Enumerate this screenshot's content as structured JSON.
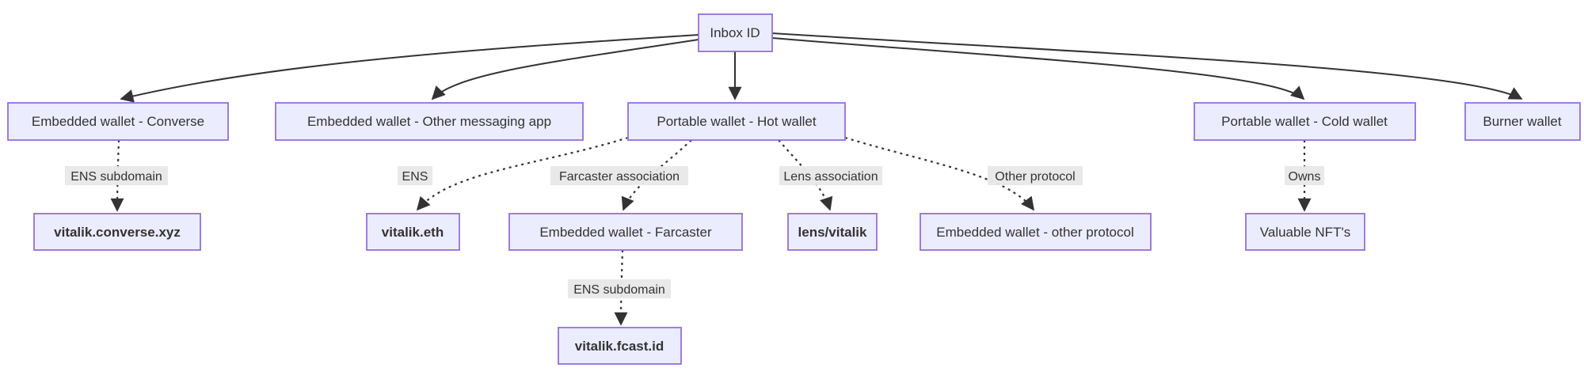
{
  "diagram": {
    "type": "flowchart",
    "direction": "top-down",
    "colors": {
      "background": "#ffffff",
      "node_fill": "#ECECFF",
      "node_border": "#9370DB",
      "edge": "#333333",
      "edge_label_bg": "#e8e8e8",
      "text": "#333333"
    },
    "nodes": {
      "inbox": {
        "label": "Inbox ID",
        "emphasis": "normal"
      },
      "converse": {
        "label": "Embedded wallet - Converse",
        "emphasis": "normal"
      },
      "other_messaging": {
        "label": "Embedded wallet - Other messaging app",
        "emphasis": "normal"
      },
      "hot_wallet": {
        "label": "Portable wallet - Hot wallet",
        "emphasis": "normal"
      },
      "cold_wallet": {
        "label": "Portable wallet - Cold wallet",
        "emphasis": "normal"
      },
      "burner": {
        "label": "Burner wallet",
        "emphasis": "normal"
      },
      "converse_xyz": {
        "label": "vitalik.converse.xyz",
        "emphasis": "bold"
      },
      "vitalik_eth": {
        "label": "vitalik.eth",
        "emphasis": "bold"
      },
      "farcaster": {
        "label": "Embedded wallet - Farcaster",
        "emphasis": "normal"
      },
      "lens_vitalik": {
        "label": "lens/vitalik",
        "emphasis": "bold"
      },
      "other_protocol": {
        "label": "Embedded wallet - other protocol",
        "emphasis": "normal"
      },
      "valuable_nfts": {
        "label": "Valuable NFT's",
        "emphasis": "normal"
      },
      "fcast": {
        "label": "vitalik.fcast.id",
        "emphasis": "bold"
      }
    },
    "edges": [
      {
        "from": "inbox",
        "to": "converse",
        "style": "solid",
        "label": ""
      },
      {
        "from": "inbox",
        "to": "other_messaging",
        "style": "solid",
        "label": ""
      },
      {
        "from": "inbox",
        "to": "hot_wallet",
        "style": "solid",
        "label": ""
      },
      {
        "from": "inbox",
        "to": "cold_wallet",
        "style": "solid",
        "label": ""
      },
      {
        "from": "inbox",
        "to": "burner",
        "style": "solid",
        "label": ""
      },
      {
        "from": "converse",
        "to": "converse_xyz",
        "style": "dotted",
        "label": "ENS subdomain"
      },
      {
        "from": "hot_wallet",
        "to": "vitalik_eth",
        "style": "dotted",
        "label": "ENS"
      },
      {
        "from": "hot_wallet",
        "to": "farcaster",
        "style": "dotted",
        "label": "Farcaster association"
      },
      {
        "from": "hot_wallet",
        "to": "lens_vitalik",
        "style": "dotted",
        "label": "Lens association"
      },
      {
        "from": "hot_wallet",
        "to": "other_protocol",
        "style": "dotted",
        "label": "Other protocol"
      },
      {
        "from": "cold_wallet",
        "to": "valuable_nfts",
        "style": "dotted",
        "label": "Owns"
      },
      {
        "from": "farcaster",
        "to": "fcast",
        "style": "dotted",
        "label": "ENS subdomain"
      }
    ]
  }
}
